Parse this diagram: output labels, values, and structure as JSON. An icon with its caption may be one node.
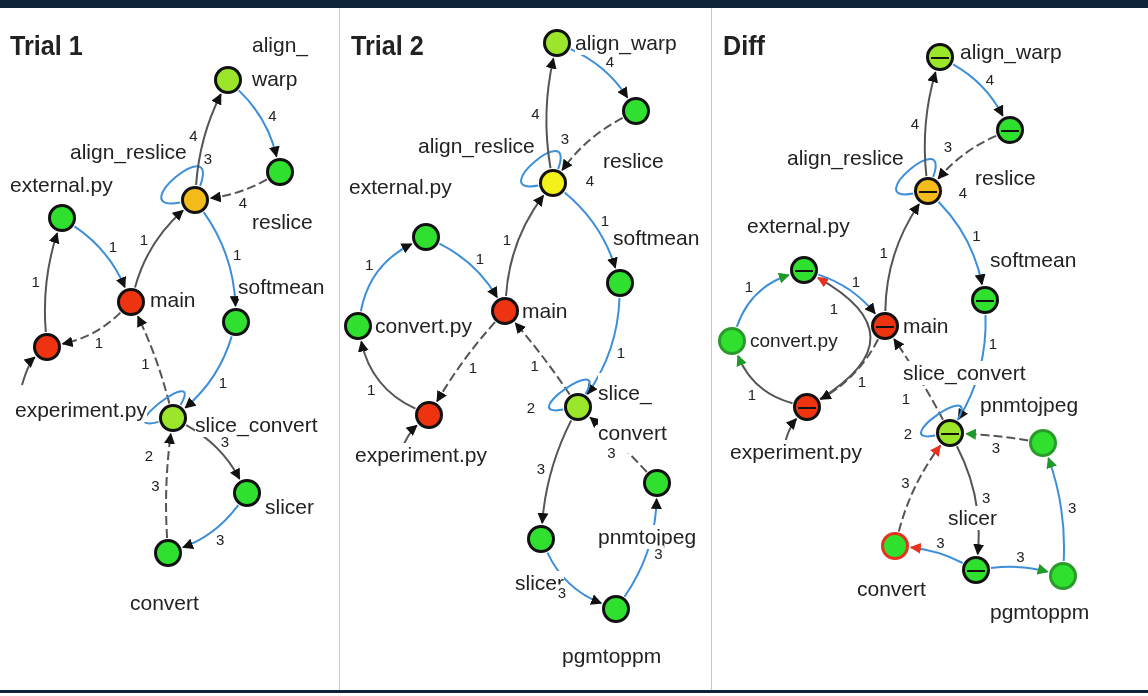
{
  "diagram": {
    "nodes": [
      {
        "text": [
          "Trial 1"
        ]
      },
      {
        "text": [
          "align_ warp"
        ],
        "in": 0
      },
      {
        "text": [
          "align_reslice"
        ],
        "in": 0
      },
      {
        "text": [
          "reslice"
        ],
        "in": 0
      },
      {
        "text": [
          "external.py"
        ],
        "in": 0
      },
      {
        "text": [
          "main"
        ],
        "in": 0
      },
      {
        "text": [
          "softmean"
        ],
        "in": 0
      },
      {
        "text": [
          "experiment.py"
        ],
        "in": 0
      },
      {
        "text": [
          "slice_convert"
        ],
        "in": 0
      },
      {
        "text": [
          "slicer"
        ],
        "in": 0
      },
      {
        "text": [
          "convert"
        ],
        "in": 0
      },
      {
        "text": [
          "Trial 2"
        ]
      },
      {
        "text": [
          "align_warp"
        ],
        "in": 11
      },
      {
        "text": [
          "reslice"
        ],
        "in": 11
      },
      {
        "text": [
          "align_reslice"
        ],
        "in": 11
      },
      {
        "text": [
          "external.py"
        ],
        "in": 11
      },
      {
        "text": [
          "softmean"
        ],
        "in": 11
      },
      {
        "text": [
          "main"
        ],
        "in": 11
      },
      {
        "text": [
          "convert.py"
        ],
        "in": 11
      },
      {
        "text": [
          "slice_ convert"
        ],
        "in": 11
      },
      {
        "text": [
          "experiment.py"
        ],
        "in": 11
      },
      {
        "text": [
          "pnmtojpeg"
        ],
        "in": 11
      },
      {
        "text": [
          "slicer"
        ],
        "in": 11
      },
      {
        "text": [
          "pgmtoppm"
        ],
        "in": 11
      },
      {
        "text": [
          "Diff"
        ]
      },
      {
        "text": [
          "align_warp"
        ],
        "in": 24
      },
      {
        "text": [
          "reslice"
        ],
        "in": 24
      },
      {
        "text": [
          "align_reslice"
        ],
        "in": 24
      },
      {
        "text": [
          "external.py"
        ],
        "in": 24
      },
      {
        "text": [
          "softmean"
        ],
        "in": 24
      },
      {
        "text": [
          "main"
        ],
        "in": 24
      },
      {
        "text": [
          "convert.py"
        ],
        "in": 24
      },
      {
        "text": [
          "experiment.py"
        ],
        "in": 24
      },
      {
        "text": [
          "slice_convert"
        ],
        "in": 24
      },
      {
        "text": [
          "pnmtojpeg"
        ],
        "in": 24
      },
      {
        "text": [
          "slicer"
        ],
        "in": 24
      },
      {
        "text": [
          "convert"
        ],
        "in": 24
      },
      {
        "text": [
          "pgmtoppm"
        ],
        "in": 24
      }
    ],
    "edges": [
      {
        "from": 4,
        "to": 5,
        "arrow": "to",
        "label": "1",
        "color": "#3d8fd9"
      },
      {
        "from": 7,
        "to": 4,
        "arrow": "to",
        "label": "1"
      },
      {
        "from": 5,
        "to": 7,
        "arrow": "to",
        "label": "1",
        "style": "dashed"
      },
      {
        "from": 5,
        "to": 2,
        "arrow": "to",
        "label": "1"
      },
      {
        "from": 2,
        "to": 2,
        "arrow": "none",
        "label": "3",
        "color": "#3d8fd9"
      },
      {
        "from": 2,
        "to": 1,
        "arrow": "to",
        "label": "4"
      },
      {
        "from": 1,
        "to": 3,
        "arrow": "to",
        "label": "4",
        "color": "#3d8fd9"
      },
      {
        "from": 3,
        "to": 2,
        "arrow": "to",
        "label": "4",
        "style": "dashed"
      },
      {
        "from": 2,
        "to": 6,
        "arrow": "to",
        "label": "1",
        "color": "#3d8fd9"
      },
      {
        "from": 6,
        "to": 8,
        "arrow": "to",
        "label": "1",
        "color": "#3d8fd9"
      },
      {
        "from": 8,
        "to": 5,
        "arrow": "to",
        "label": "1",
        "style": "dashed"
      },
      {
        "from": 8,
        "to": 8,
        "arrow": "none",
        "label": "2",
        "color": "#3d8fd9"
      },
      {
        "from": 8,
        "to": 9,
        "arrow": "to",
        "label": "3"
      },
      {
        "from": 9,
        "to": 10,
        "arrow": "to",
        "label": "3",
        "color": "#3d8fd9"
      },
      {
        "from": 10,
        "to": 8,
        "arrow": "to",
        "label": "3",
        "style": "dashed"
      },
      {
        "from": null,
        "to": 7,
        "arrow": "to"
      },
      {
        "from": 18,
        "to": 15,
        "arrow": "to",
        "label": "1",
        "color": "#3d8fd9"
      },
      {
        "from": 15,
        "to": 17,
        "arrow": "to",
        "label": "1",
        "color": "#3d8fd9"
      },
      {
        "from": 17,
        "to": 20,
        "arrow": "to",
        "label": "1",
        "style": "dashed"
      },
      {
        "from": 20,
        "to": 18,
        "arrow": "to",
        "label": "1"
      },
      {
        "from": null,
        "to": 20,
        "arrow": "to"
      },
      {
        "from": 17,
        "to": 14,
        "arrow": "to",
        "label": "1"
      },
      {
        "from": 14,
        "to": 14,
        "arrow": "none",
        "label": "3",
        "color": "#3d8fd9"
      },
      {
        "from": 14,
        "to": 12,
        "arrow": "to",
        "label": "4"
      },
      {
        "from": 12,
        "to": 13,
        "arrow": "to",
        "label": "4",
        "color": "#3d8fd9"
      },
      {
        "from": 13,
        "to": 14,
        "arrow": "to",
        "label": "4",
        "style": "dashed"
      },
      {
        "from": 14,
        "to": 16,
        "arrow": "to",
        "label": "1",
        "color": "#3d8fd9"
      },
      {
        "from": 16,
        "to": 19,
        "arrow": "to",
        "label": "1",
        "color": "#3d8fd9"
      },
      {
        "from": 19,
        "to": 17,
        "arrow": "to",
        "label": "1",
        "style": "dashed"
      },
      {
        "from": 19,
        "to": 19,
        "arrow": "none",
        "label": "2",
        "color": "#3d8fd9"
      },
      {
        "from": 19,
        "to": 22,
        "arrow": "to",
        "label": "3"
      },
      {
        "from": 22,
        "to": 23,
        "arrow": "to",
        "label": "3",
        "color": "#3d8fd9"
      },
      {
        "from": 23,
        "to": 21,
        "arrow": "to",
        "label": "3",
        "color": "#3d8fd9"
      },
      {
        "from": 21,
        "to": 19,
        "arrow": "to",
        "label": "3",
        "style": "dashed"
      },
      {
        "from": 31,
        "to": 28,
        "arrow": "to",
        "label": "1",
        "color": "#3d8fd9"
      },
      {
        "from": 32,
        "to": 28,
        "arrow": "to",
        "label": "1"
      },
      {
        "from": 32,
        "to": 31,
        "arrow": "to",
        "label": "1"
      },
      {
        "from": 28,
        "to": 30,
        "arrow": "to",
        "label": "1",
        "color": "#3d8fd9"
      },
      {
        "from": 30,
        "to": 32,
        "arrow": "to",
        "label": "1",
        "style": "dashed"
      },
      {
        "from": null,
        "to": 32,
        "arrow": "to"
      },
      {
        "from": 30,
        "to": 27,
        "arrow": "to",
        "label": "1"
      },
      {
        "from": 27,
        "to": 27,
        "arrow": "none",
        "label": "3",
        "color": "#3d8fd9"
      },
      {
        "from": 27,
        "to": 25,
        "arrow": "to",
        "label": "4"
      },
      {
        "from": 25,
        "to": 26,
        "arrow": "to",
        "label": "4",
        "color": "#3d8fd9"
      },
      {
        "from": 26,
        "to": 27,
        "arrow": "to",
        "label": "4",
        "style": "dashed"
      },
      {
        "from": 27,
        "to": 29,
        "arrow": "to",
        "label": "1",
        "color": "#3d8fd9"
      },
      {
        "from": 29,
        "to": 33,
        "arrow": "to",
        "label": "1",
        "color": "#3d8fd9"
      },
      {
        "from": 33,
        "to": 30,
        "arrow": "to",
        "label": "1",
        "style": "dashed"
      },
      {
        "from": 33,
        "to": 33,
        "arrow": "none",
        "label": "2",
        "color": "#3d8fd9"
      },
      {
        "from": 33,
        "to": 35,
        "arrow": "to",
        "label": "3"
      },
      {
        "from": 35,
        "to": 36,
        "arrow": "to",
        "label": "3",
        "color": "#3d8fd9"
      },
      {
        "from": 36,
        "to": 33,
        "arrow": "to",
        "label": "3",
        "style": "dashed"
      },
      {
        "from": 35,
        "to": 37,
        "arrow": "to",
        "label": "3",
        "color": "#3d8fd9"
      },
      {
        "from": 37,
        "to": 34,
        "arrow": "to",
        "label": "3",
        "color": "#3d8fd9"
      },
      {
        "from": 34,
        "to": 33,
        "arrow": "to",
        "label": "3",
        "style": "dashed"
      }
    ]
  }
}
